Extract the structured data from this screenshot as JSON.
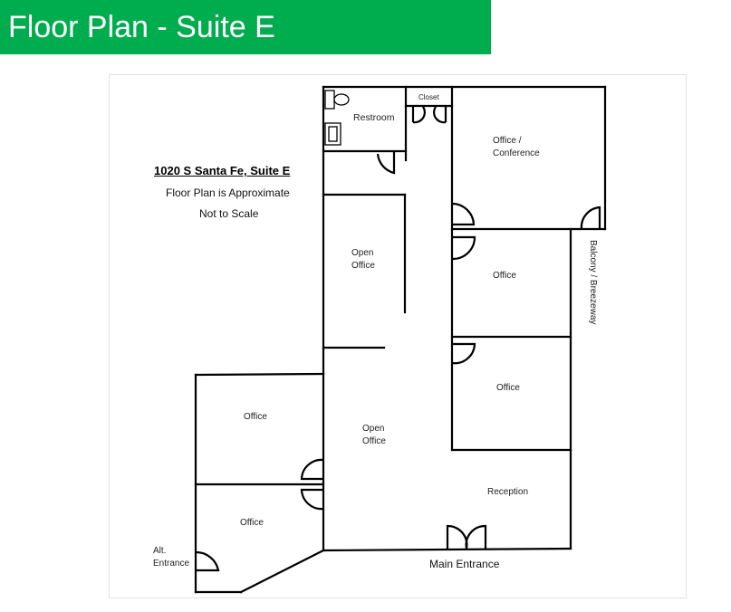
{
  "header": {
    "title": "Floor Plan - Suite E",
    "banner_color": "#00ad4e"
  },
  "notes": {
    "address": "1020 S Santa Fe, Suite E",
    "approximate": "Floor Plan is Approximate",
    "scale": "Not to Scale"
  },
  "rooms": {
    "restroom": "Restroom",
    "closet": "Closet",
    "office_conference_line1": "Office /",
    "office_conference_line2": "Conference",
    "open_office_upper_line1": "Open",
    "open_office_upper_line2": "Office",
    "office_right_upper": "Office",
    "office_right_lower": "Office",
    "office_left_upper": "Office",
    "office_left_lower": "Office",
    "open_office_lower_line1": "Open",
    "open_office_lower_line2": "Office",
    "reception": "Reception"
  },
  "labels": {
    "balcony": "Balcony / Breezeway",
    "alt_entrance_line1": "Alt.",
    "alt_entrance_line2": "Entrance",
    "main_entrance": "Main Entrance"
  }
}
